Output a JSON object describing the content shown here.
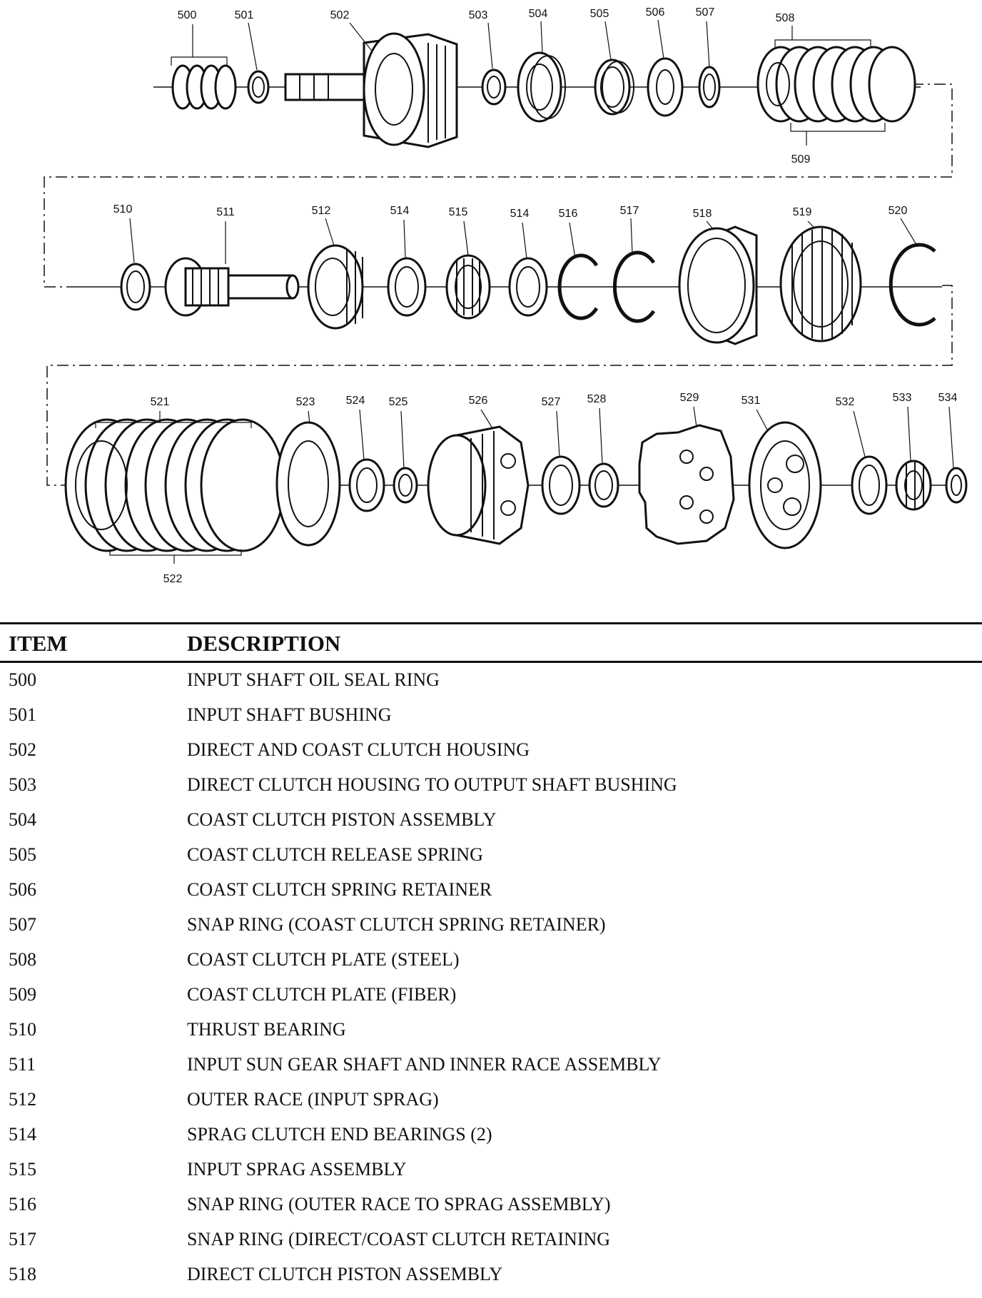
{
  "diagram": {
    "callouts": {
      "c500": "500",
      "c501": "501",
      "c502": "502",
      "c503": "503",
      "c504": "504",
      "c505": "505",
      "c506": "506",
      "c507": "507",
      "c508": "508",
      "c509": "509",
      "c510": "510",
      "c511": "511",
      "c512": "512",
      "c514a": "514",
      "c515": "515",
      "c514b": "514",
      "c516": "516",
      "c517": "517",
      "c518": "518",
      "c519": "519",
      "c520": "520",
      "c521": "521",
      "c522": "522",
      "c523": "523",
      "c524": "524",
      "c525": "525",
      "c526": "526",
      "c527": "527",
      "c528": "528",
      "c529": "529",
      "c531": "531",
      "c532": "532",
      "c533": "533",
      "c534": "534"
    }
  },
  "legend": {
    "header_item": "ITEM",
    "header_description": "DESCRIPTION",
    "rows": [
      {
        "item": "500",
        "description": "INPUT SHAFT OIL SEAL RING"
      },
      {
        "item": "501",
        "description": "INPUT SHAFT BUSHING"
      },
      {
        "item": "502",
        "description": "DIRECT AND COAST CLUTCH HOUSING"
      },
      {
        "item": "503",
        "description": "DIRECT CLUTCH HOUSING TO OUTPUT SHAFT BUSHING"
      },
      {
        "item": "504",
        "description": "COAST CLUTCH PISTON ASSEMBLY"
      },
      {
        "item": "505",
        "description": "COAST CLUTCH RELEASE SPRING"
      },
      {
        "item": "506",
        "description": "COAST CLUTCH SPRING RETAINER"
      },
      {
        "item": "507",
        "description": "SNAP RING (COAST CLUTCH SPRING RETAINER)"
      },
      {
        "item": "508",
        "description": "COAST CLUTCH PLATE (STEEL)"
      },
      {
        "item": "509",
        "description": "COAST CLUTCH PLATE (FIBER)"
      },
      {
        "item": "510",
        "description": "THRUST BEARING"
      },
      {
        "item": "511",
        "description": "INPUT SUN GEAR SHAFT AND INNER RACE ASSEMBLY"
      },
      {
        "item": "512",
        "description": "OUTER RACE (INPUT SPRAG)"
      },
      {
        "item": "514",
        "description": "SPRAG CLUTCH END BEARINGS (2)"
      },
      {
        "item": "515",
        "description": "INPUT SPRAG ASSEMBLY"
      },
      {
        "item": "516",
        "description": "SNAP RING (OUTER RACE TO SPRAG ASSEMBLY)"
      },
      {
        "item": "517",
        "description": "SNAP RING (DIRECT/COAST CLUTCH RETAINING"
      },
      {
        "item": "518",
        "description": "DIRECT CLUTCH PISTON ASSEMBLY"
      }
    ]
  }
}
